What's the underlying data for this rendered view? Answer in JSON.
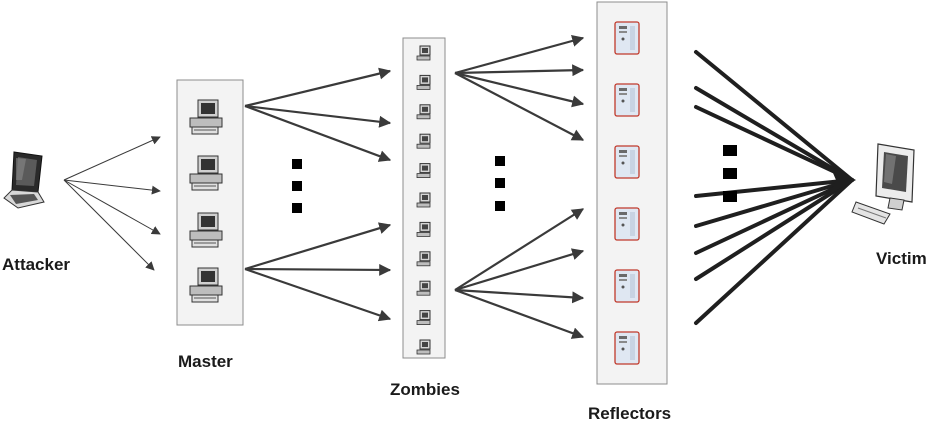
{
  "labels": {
    "attacker": "Attacker",
    "master": "Master",
    "zombies": "Zombies",
    "reflectors": "Reflectors",
    "victim": "Victim"
  },
  "colors": {
    "line": "#3a3a3a",
    "panel_fill": "#f3f3f3",
    "panel_border": "#8c8c8c",
    "reflector_border": "#c0392b",
    "dots": "#000000"
  },
  "icons": {
    "attacker": "laptop-icon",
    "master": "desktop-computer-icon",
    "zombie": "small-computer-icon",
    "reflector": "server-tower-icon",
    "victim": "desktop-monitor-keyboard-icon"
  },
  "counts": {
    "master_computers": 4,
    "zombies": 11,
    "reflectors": 6
  }
}
